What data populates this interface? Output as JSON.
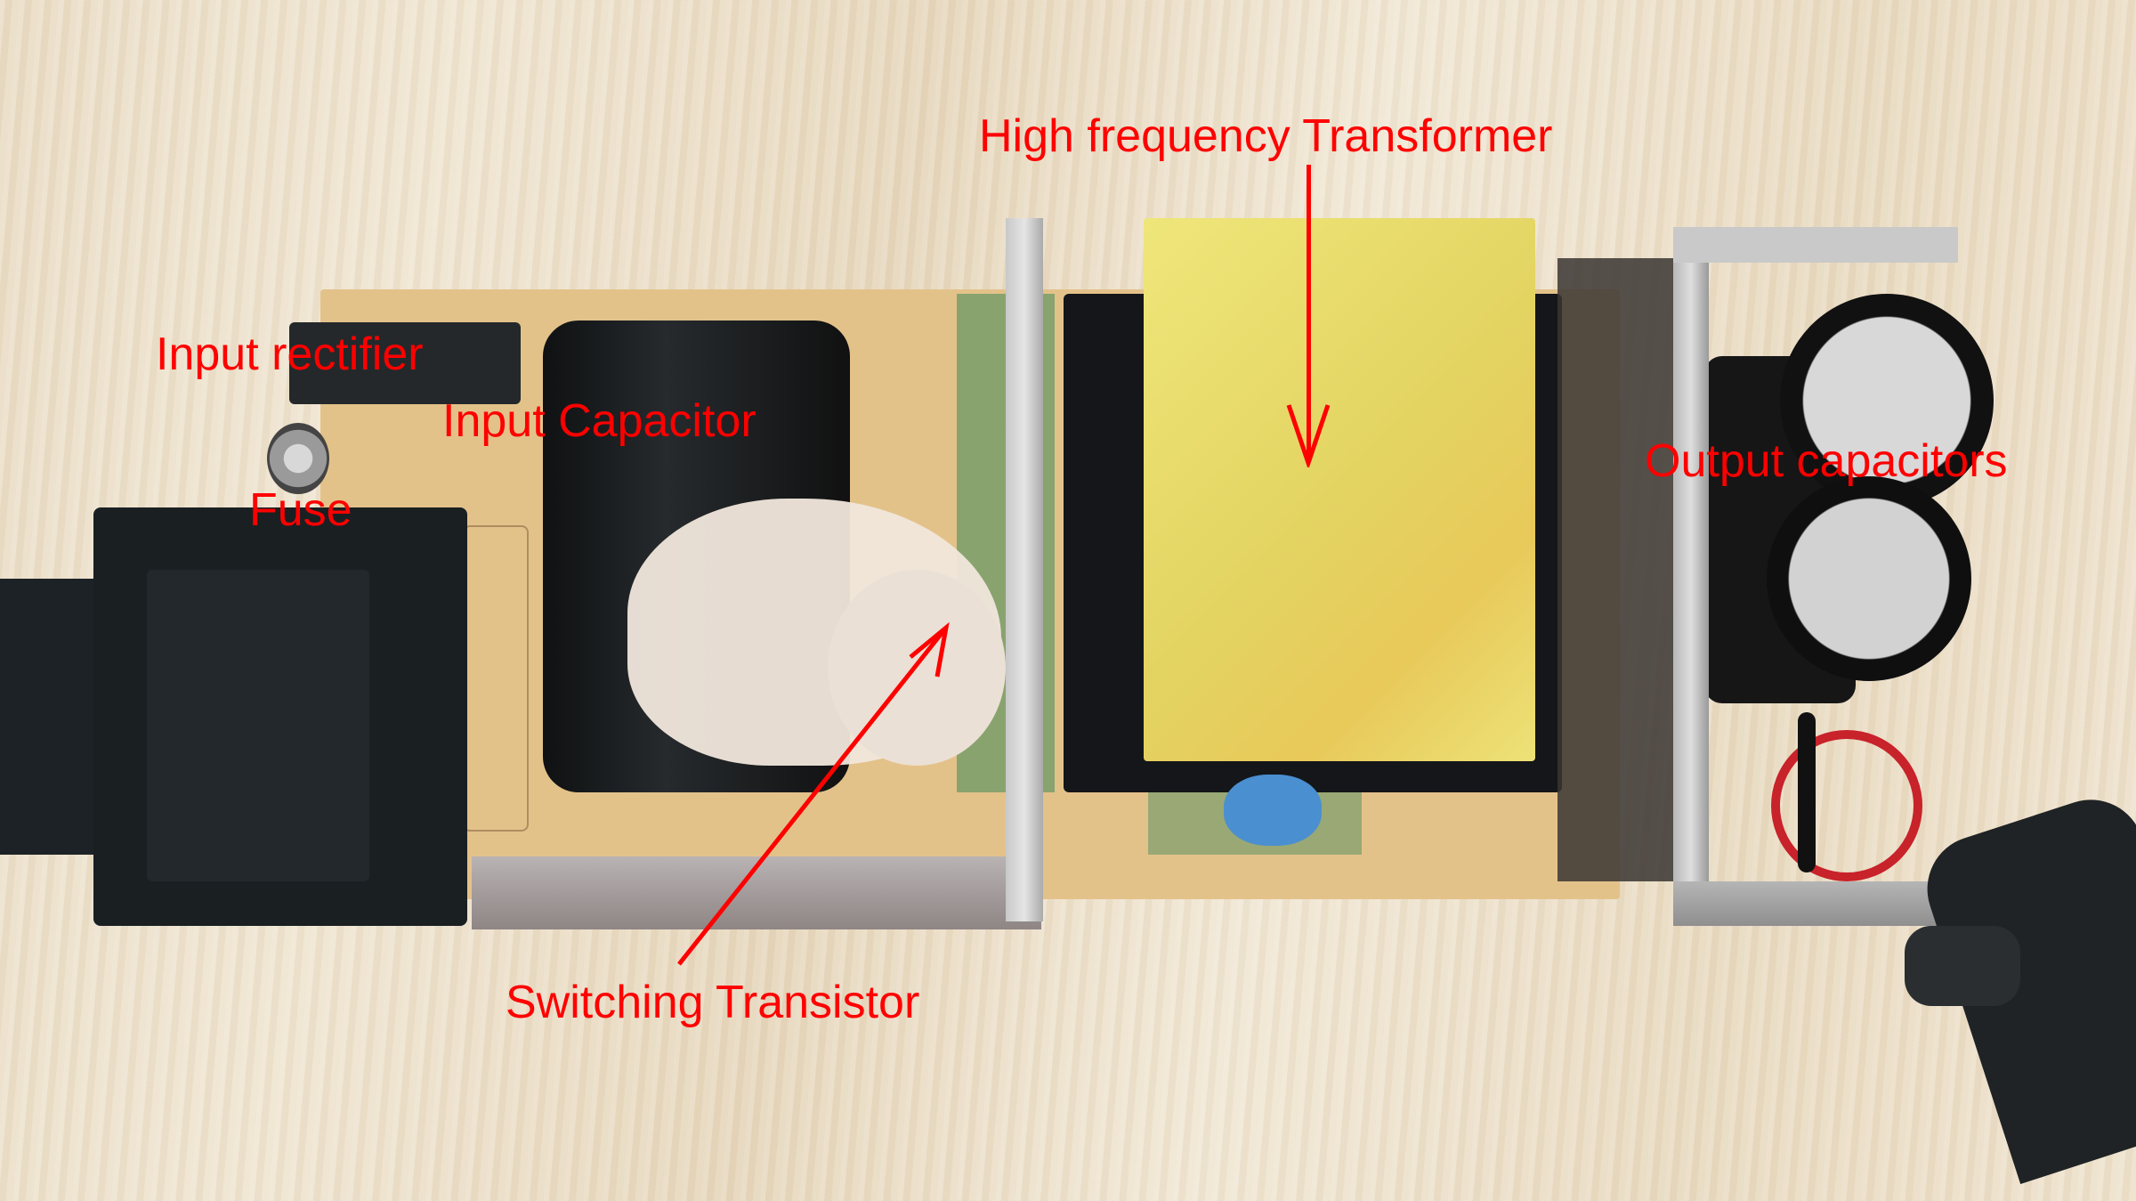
{
  "image": {
    "subject": "Opened switch-mode power supply circuit board with annotated components",
    "accent_color": "#ff0000"
  },
  "annotations": [
    {
      "id": "hf-transformer",
      "text": "High frequency Transformer"
    },
    {
      "id": "input-rectifier",
      "text": "Input rectifier"
    },
    {
      "id": "input-capacitor",
      "text": "Input Capacitor"
    },
    {
      "id": "fuse",
      "text": "Fuse"
    },
    {
      "id": "output-capacitors",
      "text": "Output capacitors"
    },
    {
      "id": "switching-transistor",
      "text": "Switching Transistor"
    }
  ]
}
